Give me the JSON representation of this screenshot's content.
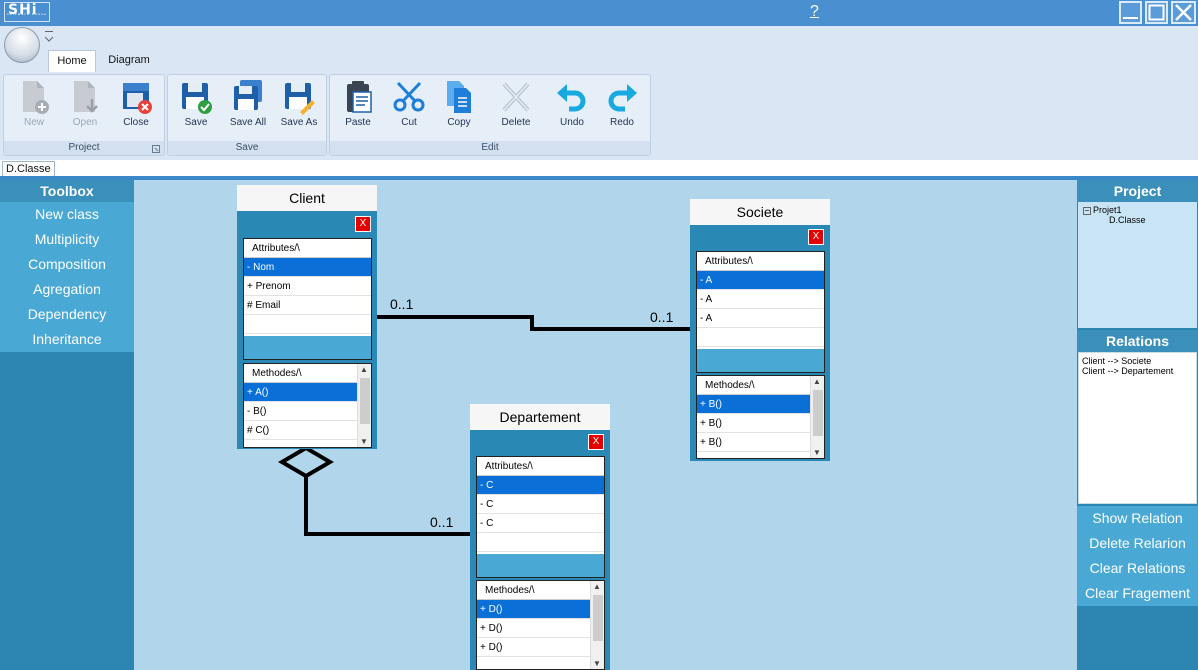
{
  "window": {
    "logo_text": "SHi",
    "logo_tagline": "software house",
    "help_label": "?"
  },
  "tabs": [
    {
      "label": "Home",
      "active": true
    },
    {
      "label": "Diagram",
      "active": false
    }
  ],
  "ribbon": {
    "groups": {
      "project": "Project",
      "save": "Save",
      "edit": "Edit"
    },
    "buttons": {
      "new": "New",
      "open": "Open",
      "close": "Close",
      "save": "Save",
      "save_all": "Save All",
      "save_as": "Save As",
      "paste": "Paste",
      "cut": "Cut",
      "copy": "Copy",
      "delete": "Delete",
      "undo": "Undo",
      "redo": "Redo"
    }
  },
  "document_tab": "D.Classe",
  "toolbox": {
    "title": "Toolbox",
    "items": [
      "New class",
      "Multiplicity",
      "Composition",
      "Agregation",
      "Dependency",
      "Inheritance"
    ]
  },
  "project_panel": {
    "title": "Project",
    "root": "Projet1",
    "child": "D.Classe"
  },
  "relations_panel": {
    "title": "Relations",
    "items": [
      "Client --> Societe",
      "Client --> Departement"
    ],
    "actions": [
      "Show Relation",
      "Delete Relarion",
      "Clear Relations",
      "Clear Fragement"
    ]
  },
  "classes": {
    "client": {
      "name": "Client",
      "attributes_header": "Attributes/\\",
      "attributes": [
        "- Nom",
        "+ Prenom",
        "# Email"
      ],
      "methods_header": "Methodes/\\",
      "methods": [
        "+ A()",
        "- B()",
        "# C()"
      ]
    },
    "societe": {
      "name": "Societe",
      "attributes_header": "Attributes/\\",
      "attributes": [
        "- A",
        "- A",
        "- A"
      ],
      "methods_header": "Methodes/\\",
      "methods": [
        "+ B()",
        "+ B()",
        "+ B()"
      ]
    },
    "departement": {
      "name": "Departement",
      "attributes_header": "Attributes/\\",
      "attributes": [
        "- C",
        "- C",
        "- C"
      ],
      "methods_header": "Methodes/\\",
      "methods": [
        "+ D()",
        "+ D()",
        "+ D()"
      ]
    }
  },
  "multiplicities": {
    "client_societe_left": "0..1",
    "client_societe_right": "0..1",
    "client_departement": "0..1"
  },
  "close_glyph": "X",
  "colors": {
    "title_bar": "#4a8fd0",
    "panel": "#2d85b1",
    "panel_item": "#4aa8d4",
    "canvas": "#b1d6eb",
    "selection": "#0a6fd6",
    "close_red": "#e40000"
  }
}
